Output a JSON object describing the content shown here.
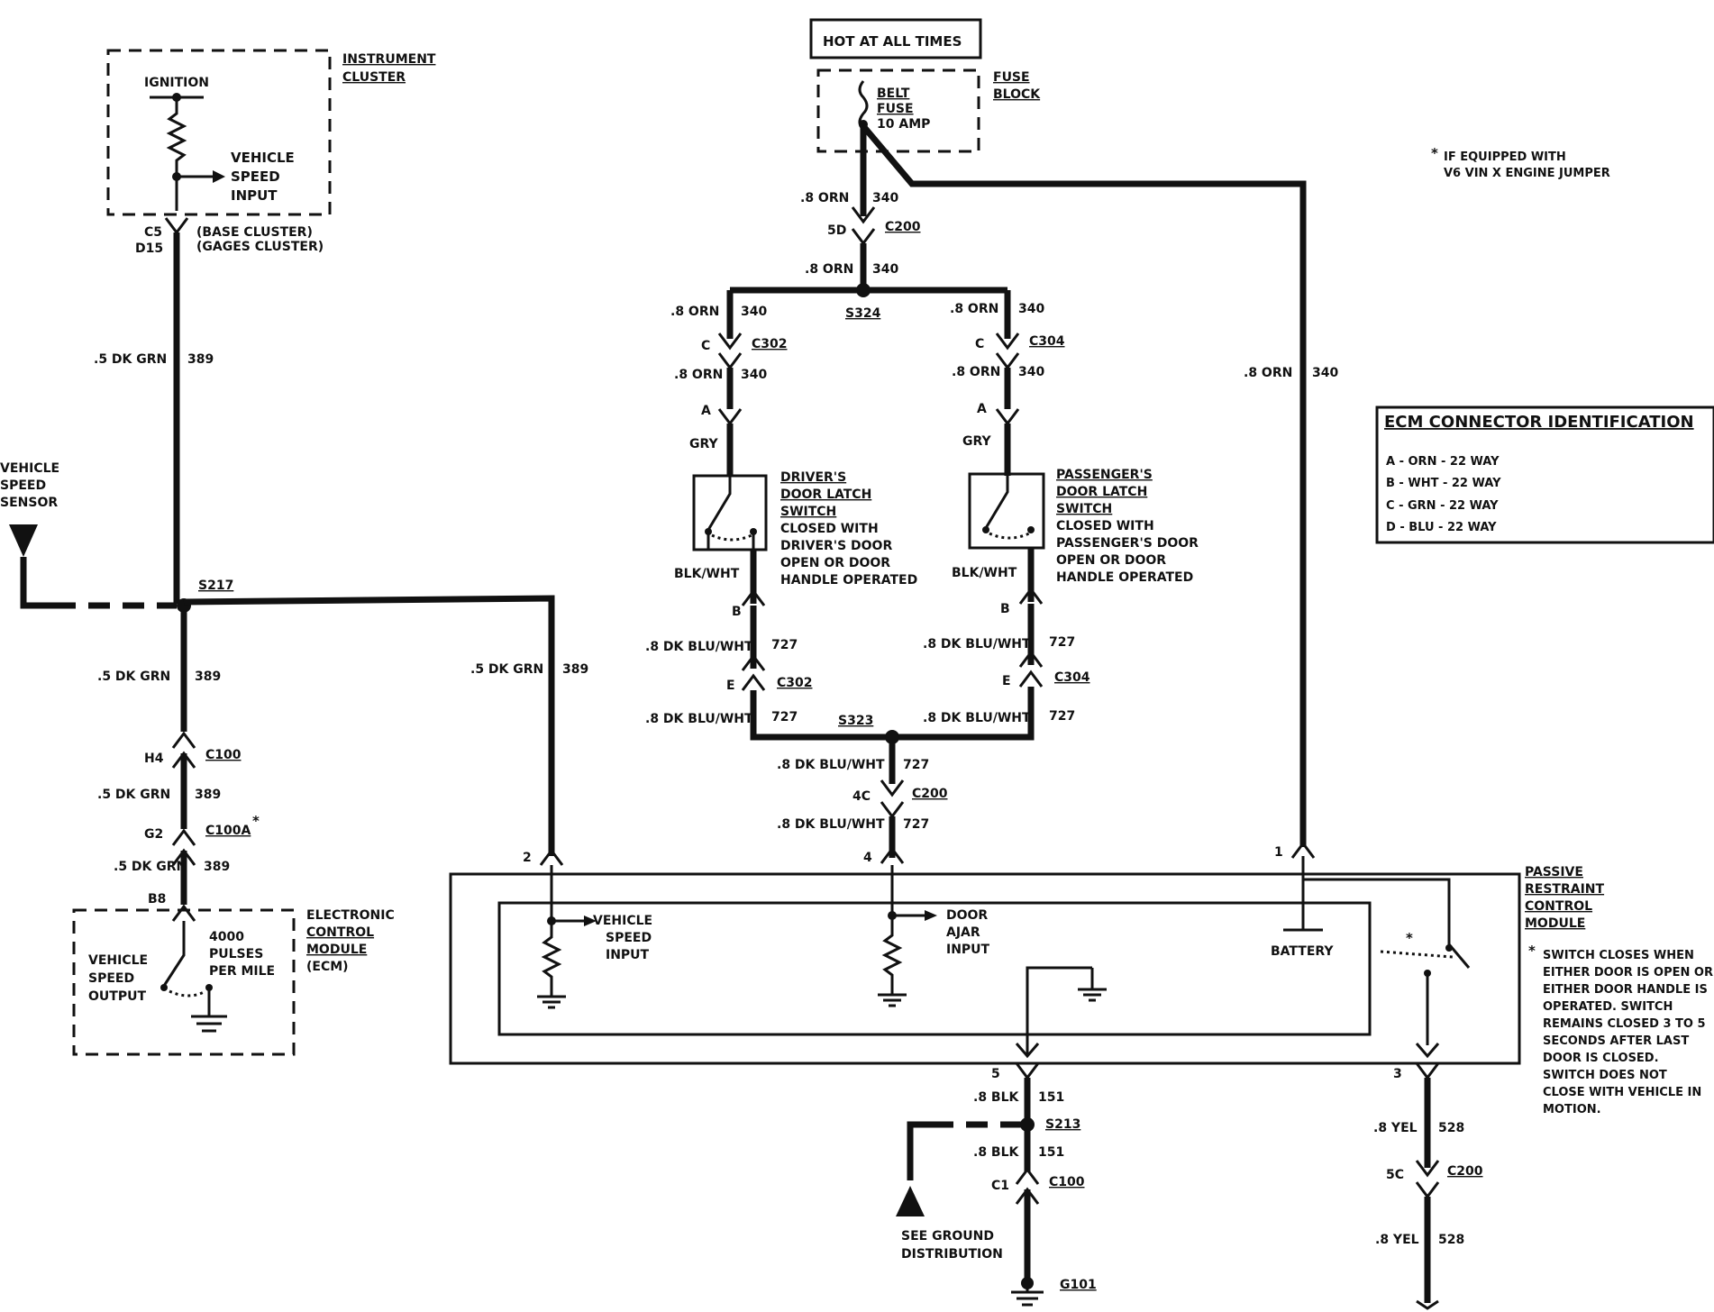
{
  "hot_label": "HOT AT ALL TIMES",
  "fuse": {
    "l1": "BELT",
    "l2": "FUSE",
    "l3": "10 AMP",
    "block1": "FUSE",
    "block2": "BLOCK"
  },
  "footnote_star": {
    "l1": "IF EQUIPPED WITH",
    "l2": "V6 VIN X ENGINE JUMPER"
  },
  "ecm_id": {
    "title": "ECM CONNECTOR IDENTIFICATION",
    "rows": [
      "A - ORN - 22 WAY",
      "B - WHT - 22 WAY",
      "C - GRN - 22 WAY",
      "D - BLU - 22 WAY"
    ]
  },
  "cluster": {
    "name1": "INSTRUMENT",
    "name2": "CLUSTER",
    "ignition": "IGNITION",
    "vsi1": "VEHICLE",
    "vsi2": "SPEED",
    "vsi3": "INPUT",
    "pin1": "C5",
    "pin2": "D15",
    "base": "(BASE CLUSTER)",
    "gages": "(GAGES CLUSTER)"
  },
  "vss": {
    "l1": "VEHICLE",
    "l2": "SPEED",
    "l3": "SENSOR"
  },
  "ecm": {
    "name1": "ELECTRONIC",
    "name2": "CONTROL",
    "name3": "MODULE",
    "name4": "(ECM)",
    "out1": "VEHICLE",
    "out2": "SPEED",
    "out3": "OUTPUT",
    "p1": "4000",
    "p2": "PULSES",
    "p3": "PER MILE",
    "pin": "B8"
  },
  "wires": {
    "orn8": ".8 ORN",
    "c340": "340",
    "dkgrn5": ".5 DK GRN",
    "c389": "389",
    "dkbluwht8": ".8 DK BLU/WHT",
    "c727": "727",
    "blk8": ".8 BLK",
    "c151": "151",
    "yel8": ".8 YEL",
    "c528": "528",
    "gry": "GRY",
    "blkwht": "BLK/WHT"
  },
  "connectors": {
    "c200": "C200",
    "c302": "C302",
    "c304": "C304",
    "c100": "C100",
    "c100a": "C100A",
    "s324": "S324",
    "s323": "S323",
    "s217": "S217",
    "s213": "S213",
    "g101": "G101",
    "p5d": "5D",
    "p4c": "4C",
    "p5c": "5C",
    "pC": "C",
    "pA": "A",
    "pB": "B",
    "pE": "E",
    "pH4": "H4",
    "pG2": "G2",
    "pC1": "C1",
    "star": "*"
  },
  "driver_sw": {
    "l1": "DRIVER'S",
    "l2": "DOOR LATCH",
    "l3": "SWITCH",
    "l4": "CLOSED WITH",
    "l5": "DRIVER'S DOOR",
    "l6": "OPEN OR DOOR",
    "l7": "HANDLE OPERATED"
  },
  "pass_sw": {
    "l1": "PASSENGER'S",
    "l2": "DOOR LATCH",
    "l3": "SWITCH",
    "l4": "CLOSED WITH",
    "l5": "PASSENGER'S DOOR",
    "l6": "OPEN OR DOOR",
    "l7": "HANDLE OPERATED"
  },
  "prcm": {
    "name1": "PASSIVE",
    "name2": "RESTRAINT",
    "name3": "CONTROL",
    "name4": "MODULE",
    "vsi1": "VEHICLE",
    "vsi2": "SPEED",
    "vsi3": "INPUT",
    "da1": "DOOR",
    "da2": "AJAR",
    "da3": "INPUT",
    "battery": "BATTERY",
    "pin1": "1",
    "pin2": "2",
    "pin3": "3",
    "pin4": "4",
    "pin5": "5"
  },
  "switch_note": [
    "SWITCH CLOSES WHEN",
    "EITHER DOOR IS OPEN OR",
    "EITHER DOOR HANDLE IS",
    "OPERATED. SWITCH",
    "REMAINS CLOSED 3 TO 5",
    "SECONDS AFTER LAST",
    "DOOR IS CLOSED.",
    "SWITCH DOES NOT",
    "CLOSE WITH VEHICLE IN",
    "MOTION."
  ],
  "ground_dist": {
    "l1": "SEE GROUND",
    "l2": "DISTRIBUTION"
  }
}
